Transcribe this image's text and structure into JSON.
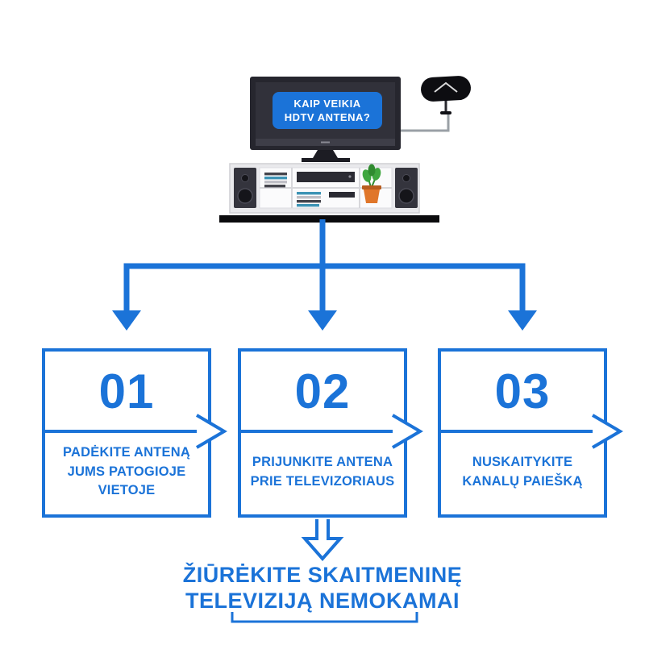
{
  "colors": {
    "accent_blue": "#1b73d8",
    "tv_dark": "#26262e",
    "table_black": "#0b0b0d",
    "pot_orange": "#e0762a",
    "leaf_green": "#3fa63f"
  },
  "tv_badge": {
    "line1": "KAIP VEIKIA",
    "line2": "HDTV ANTENA?"
  },
  "steps": [
    {
      "number": "01",
      "label": "PADĖKITE ANTENĄ\nJUMS PATOGIOJE\nVIETOJE"
    },
    {
      "number": "02",
      "label": "PRIJUNKITE ANTENA\nPRIE TELEVIZORIAUS"
    },
    {
      "number": "03",
      "label": "NUSKAITYKITE\nKANALŲ PAIEŠKĄ"
    }
  ],
  "footer": {
    "line1": "ŽIŪRĖKITE SKAITMENINĘ",
    "line2": "TELEVIZIJĄ NEMOKAMAI"
  }
}
